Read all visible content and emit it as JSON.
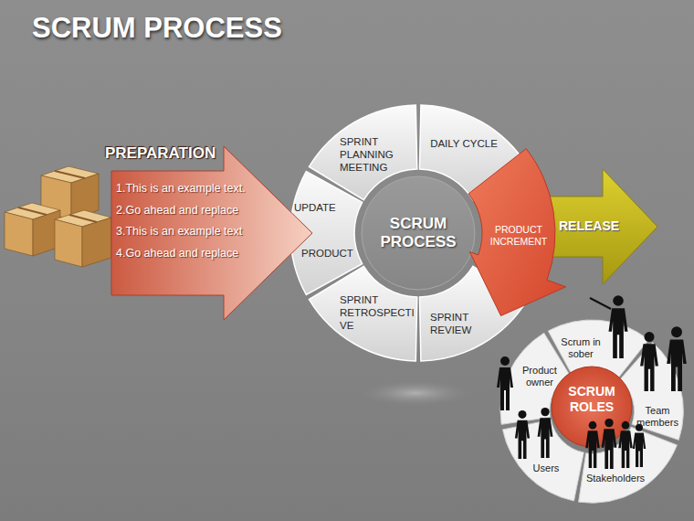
{
  "diagram": {
    "title": "SCRUM PROCESS",
    "nodes": [
      {
        "text": [
          "PREPARATION",
          "1.This is an example text.",
          "2.Go ahead and replace",
          "3.This is an example text",
          "4.Go ahead and replace"
        ]
      },
      {
        "text": [
          "SPRINT PLANNING MEETING"
        ]
      },
      {
        "text": [
          "DAILY CYCLE"
        ]
      },
      {
        "text": [
          "PRODUCT INCREMENT"
        ]
      },
      {
        "text": [
          "SPRINT REVIEW"
        ]
      },
      {
        "text": [
          "SPRINT RETROSPECTI VE"
        ]
      },
      {
        "text": [
          "UPDATE",
          "PRODUCT"
        ]
      },
      {
        "text": [
          "SCRUM PROCESS"
        ]
      },
      {
        "text": [
          "RELEASE"
        ]
      },
      {
        "text": [
          "SCRUM ROLES"
        ]
      },
      {
        "text": [
          "Scrum in sober"
        ]
      },
      {
        "text": [
          "Team members"
        ]
      },
      {
        "text": [
          "Stakeholders"
        ]
      },
      {
        "text": [
          "Users"
        ]
      },
      {
        "text": [
          "Product owner"
        ]
      }
    ]
  }
}
